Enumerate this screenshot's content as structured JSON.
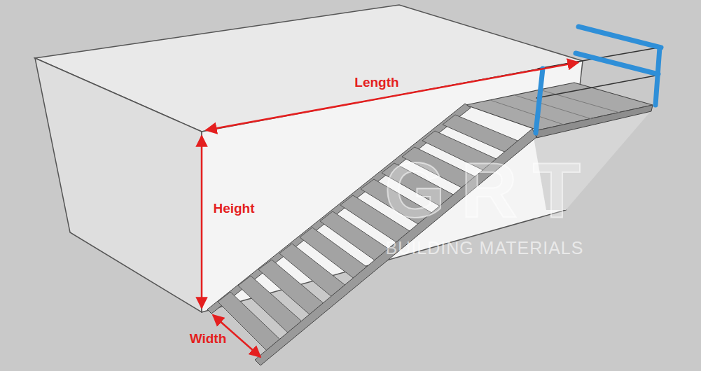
{
  "diagram": {
    "labels": [
      "Length",
      "Height",
      "Width",
      "GRT",
      "BUILDING MATERIALS"
    ]
  }
}
